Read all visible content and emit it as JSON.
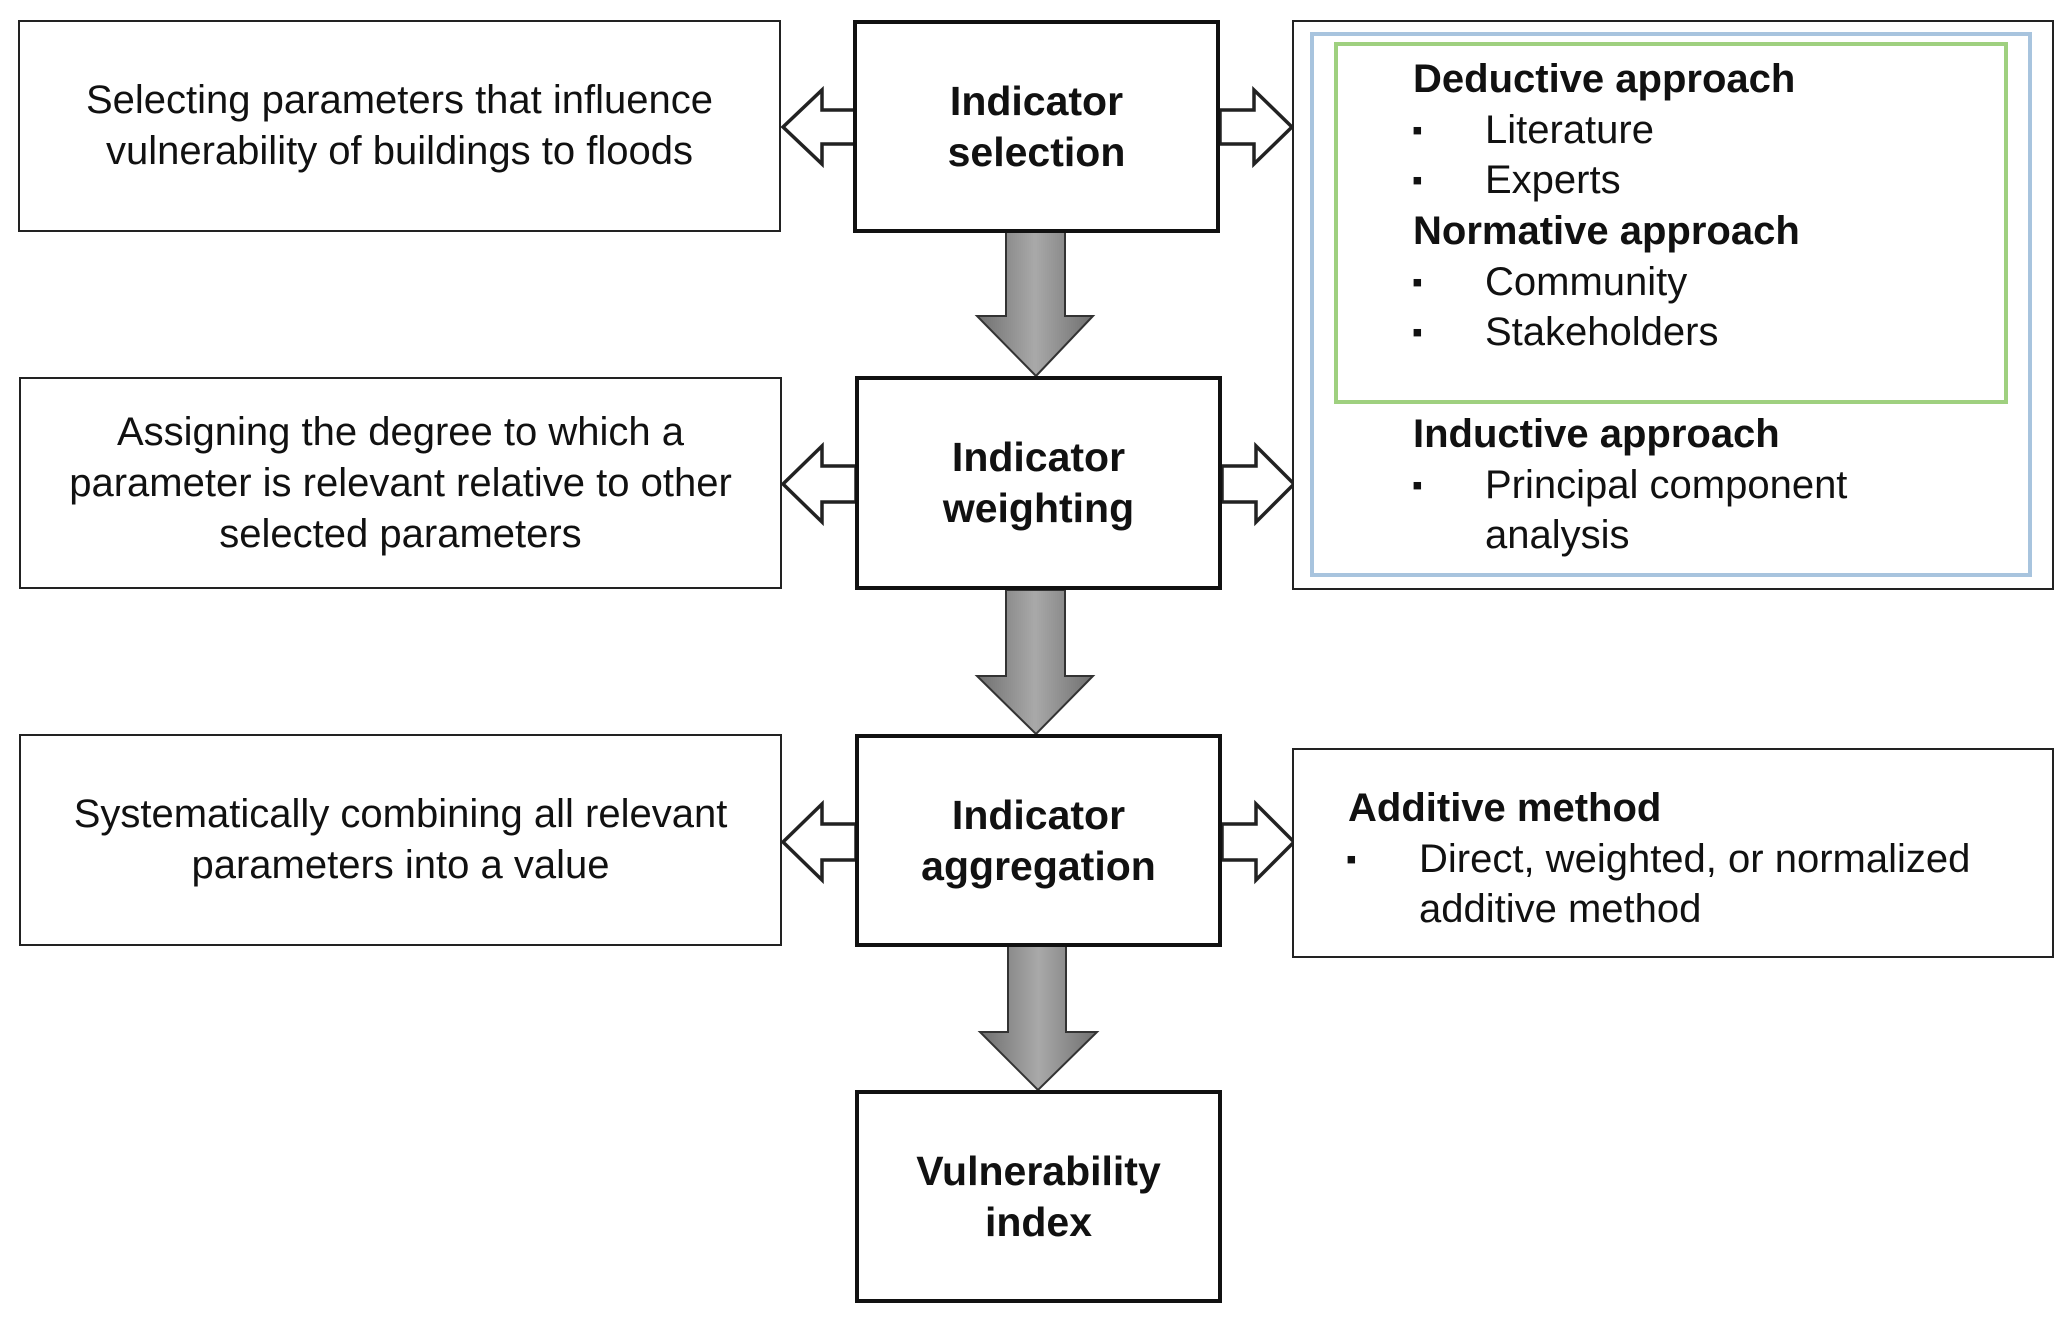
{
  "steps": [
    {
      "line1": "Indicator",
      "line2": "selection"
    },
    {
      "line1": "Indicator",
      "line2": "weighting"
    },
    {
      "line1": "Indicator",
      "line2": "aggregation"
    },
    {
      "line1": "Vulnerability",
      "line2": "index"
    }
  ],
  "descriptions": [
    {
      "lines": [
        "Selecting parameters that influence",
        "vulnerability of buildings to floods"
      ]
    },
    {
      "lines": [
        "Assigning the degree to which a",
        "parameter is relevant relative to other",
        "selected parameters"
      ]
    },
    {
      "lines": [
        "Systematically combining all relevant",
        "parameters into a value"
      ]
    }
  ],
  "methods": {
    "deductive": {
      "heading": "Deductive approach",
      "items": [
        "Literature",
        "Experts"
      ]
    },
    "normative": {
      "heading": "Normative approach",
      "items": [
        "Community",
        "Stakeholders"
      ]
    },
    "inductive": {
      "heading": "Inductive approach",
      "items": [
        "Principal component",
        "analysis"
      ]
    },
    "additive": {
      "heading": "Additive method",
      "items": [
        "Direct, weighted, or normalized",
        "additive method"
      ]
    },
    "bullet_symbol": "▪"
  },
  "colors": {
    "outer_frame": "#a8c4de",
    "inner_frame": "#9fd07f",
    "down_arrow_fill": "#8a8a8a"
  }
}
